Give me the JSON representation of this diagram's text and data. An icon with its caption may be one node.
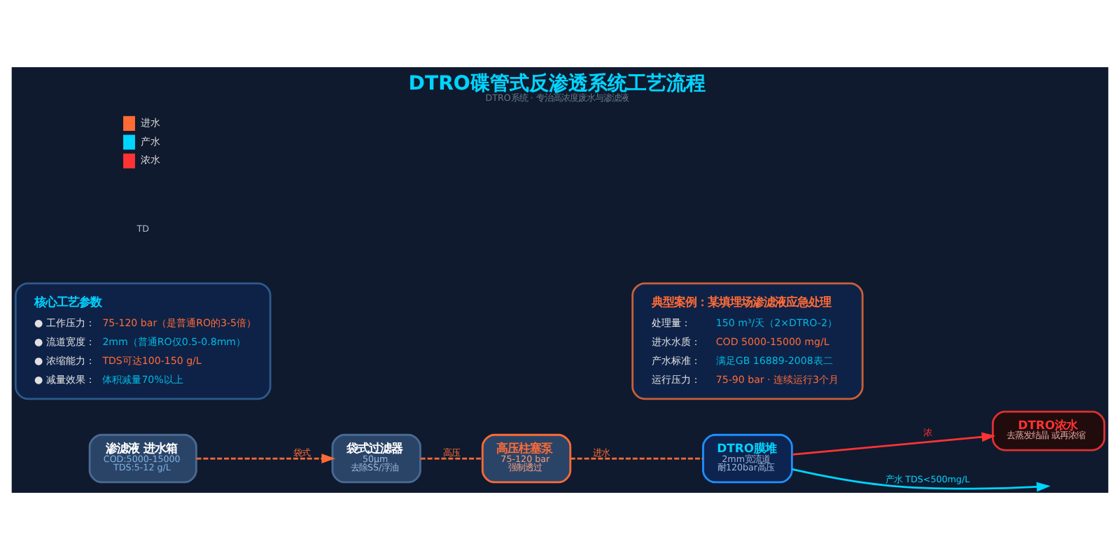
{
  "diagram": {
    "title": "DTRO碟管式反渗透系统工艺流程",
    "caption": "DTRO系统 · 专治高浓度废水与渗滤液",
    "nodes": [
      {
        "text": [
          "渗滤液 进水箱",
          "COD:5000-15000",
          "TDS:5-12 g/L"
        ]
      },
      {
        "text": [
          "袋式过滤器",
          "50μm",
          "去除SS/浮油"
        ]
      },
      {
        "text": [
          "高压柱塞泵",
          "75-120 bar",
          "强制透过"
        ]
      },
      {
        "text": [
          "DTRO膜堆",
          "2mm宽流道",
          "耐120bar高压"
        ]
      },
      {
        "text": [
          "DTRO浓水",
          "去蒸发结晶 或再浓缩"
        ]
      },
      {
        "text": [
          "核心工艺参数",
          "● 工作压力：",
          "75-120 bar（是普通RO的3-5倍）",
          "● 流道宽度：",
          "2mm（普通RO仅0.5-0.8mm）",
          "● 浓缩能力：",
          "TDS可达100-150 g/L",
          "● 减量效果：",
          "体积减量70%以上"
        ]
      },
      {
        "text": [
          "典型案例：某填埋场渗滤液应急处理",
          "处理量：",
          "150 m³/天（2×DTRO-2）",
          "进水水质：",
          "COD 5000-15000 mg/L",
          "产水标准：",
          "满足GB 16889-2008表二",
          "运行压力：",
          "75-90 bar · 连续运行3个月"
        ]
      }
    ],
    "edges": [
      {
        "from": 0,
        "to": 1,
        "arrow": "to",
        "label": "袋式",
        "style": "dashed"
      },
      {
        "from": 1,
        "to": 2,
        "arrow": "none",
        "label": "高压",
        "style": "dashed"
      },
      {
        "from": 2,
        "to": 3,
        "arrow": "none",
        "label": "进水",
        "style": "dashed"
      },
      {
        "from": 3,
        "to": null,
        "arrow": "to",
        "label": "产水 TDS<500mg/L",
        "color": "#00d4ff"
      },
      {
        "from": 3,
        "to": 4,
        "arrow": "to",
        "label": "浓",
        "color": "#ff3333"
      }
    ],
    "labels": [
      "TD"
    ],
    "legend": [
      {
        "text": "进水",
        "color": "#ff6b35"
      },
      {
        "text": "产水",
        "color": "#00d4ff"
      },
      {
        "text": "浓水",
        "color": "#ff3333"
      }
    ]
  }
}
